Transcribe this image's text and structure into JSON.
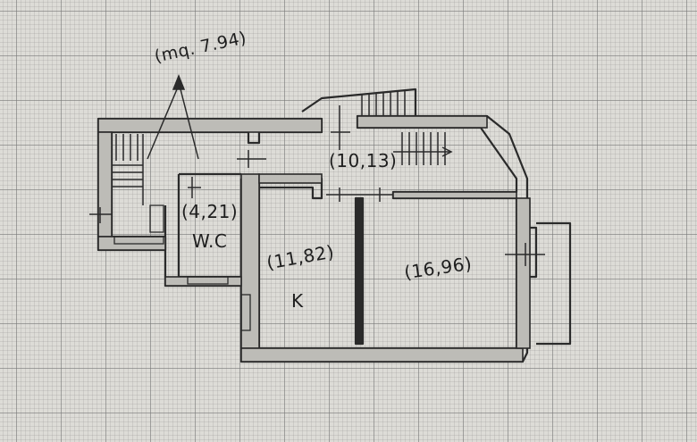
{
  "plan": {
    "total_area": "(mq. 7.94)",
    "rooms": [
      {
        "id": "corridor",
        "area": "(10,13)"
      },
      {
        "id": "wc",
        "area": "(4,21)",
        "name": "W.C"
      },
      {
        "id": "kitchen",
        "area": "(11,82)",
        "name": "K"
      },
      {
        "id": "room",
        "area": "(16,96)"
      }
    ]
  },
  "style": {
    "wall_color": "#2a2a2a",
    "wall_fill": "#bfbfbb",
    "paper_color": "#dddcd7"
  }
}
